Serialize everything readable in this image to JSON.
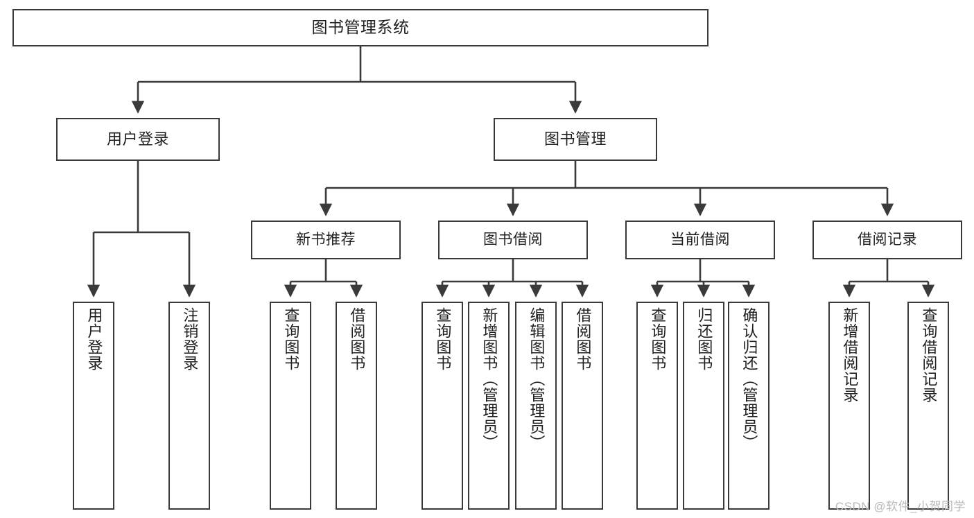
{
  "diagram": {
    "title": "图书管理系统",
    "type": "tree-hierarchy",
    "colors": {
      "box_border": "#3a3a3a",
      "box_fill": "#ffffff",
      "connector": "#3a3a3a",
      "text": "#1f1f1f",
      "watermark": "#b9b9b9",
      "background": "#ffffff"
    },
    "root": {
      "label": "图书管理系统"
    },
    "level2": [
      {
        "id": "user-login",
        "label": "用户登录"
      },
      {
        "id": "book-management",
        "label": "图书管理"
      }
    ],
    "level3": [
      {
        "id": "new-book-recommend",
        "label": "新书推荐"
      },
      {
        "id": "book-borrow",
        "label": "图书借阅"
      },
      {
        "id": "current-borrow",
        "label": "当前借阅"
      },
      {
        "id": "borrow-record",
        "label": "借阅记录"
      }
    ],
    "leaves": {
      "user_login": [
        {
          "id": "leaf-user-login",
          "label": "用户登录"
        },
        {
          "id": "leaf-logout-login",
          "label": "注销登录"
        }
      ],
      "new_book_recommend": [
        {
          "id": "leaf-query-book-1",
          "label": "查询图书"
        },
        {
          "id": "leaf-borrow-book-1",
          "label": "借阅图书"
        }
      ],
      "book_borrow": [
        {
          "id": "leaf-query-book-2",
          "label": "查询图书"
        },
        {
          "id": "leaf-add-book",
          "label": "新增图书（管理员）"
        },
        {
          "id": "leaf-edit-book",
          "label": "编辑图书（管理员）"
        },
        {
          "id": "leaf-borrow-book-2",
          "label": "借阅图书"
        }
      ],
      "current_borrow": [
        {
          "id": "leaf-query-book-3",
          "label": "查询图书"
        },
        {
          "id": "leaf-return-book",
          "label": "归还图书"
        },
        {
          "id": "leaf-confirm-return",
          "label": "确认归还（管理员）"
        }
      ],
      "borrow_record": [
        {
          "id": "leaf-add-record",
          "label": "新增借阅记录"
        },
        {
          "id": "leaf-query-record",
          "label": "查询借阅记录"
        }
      ]
    },
    "watermark": "CSDN @软件_小贺同学"
  }
}
